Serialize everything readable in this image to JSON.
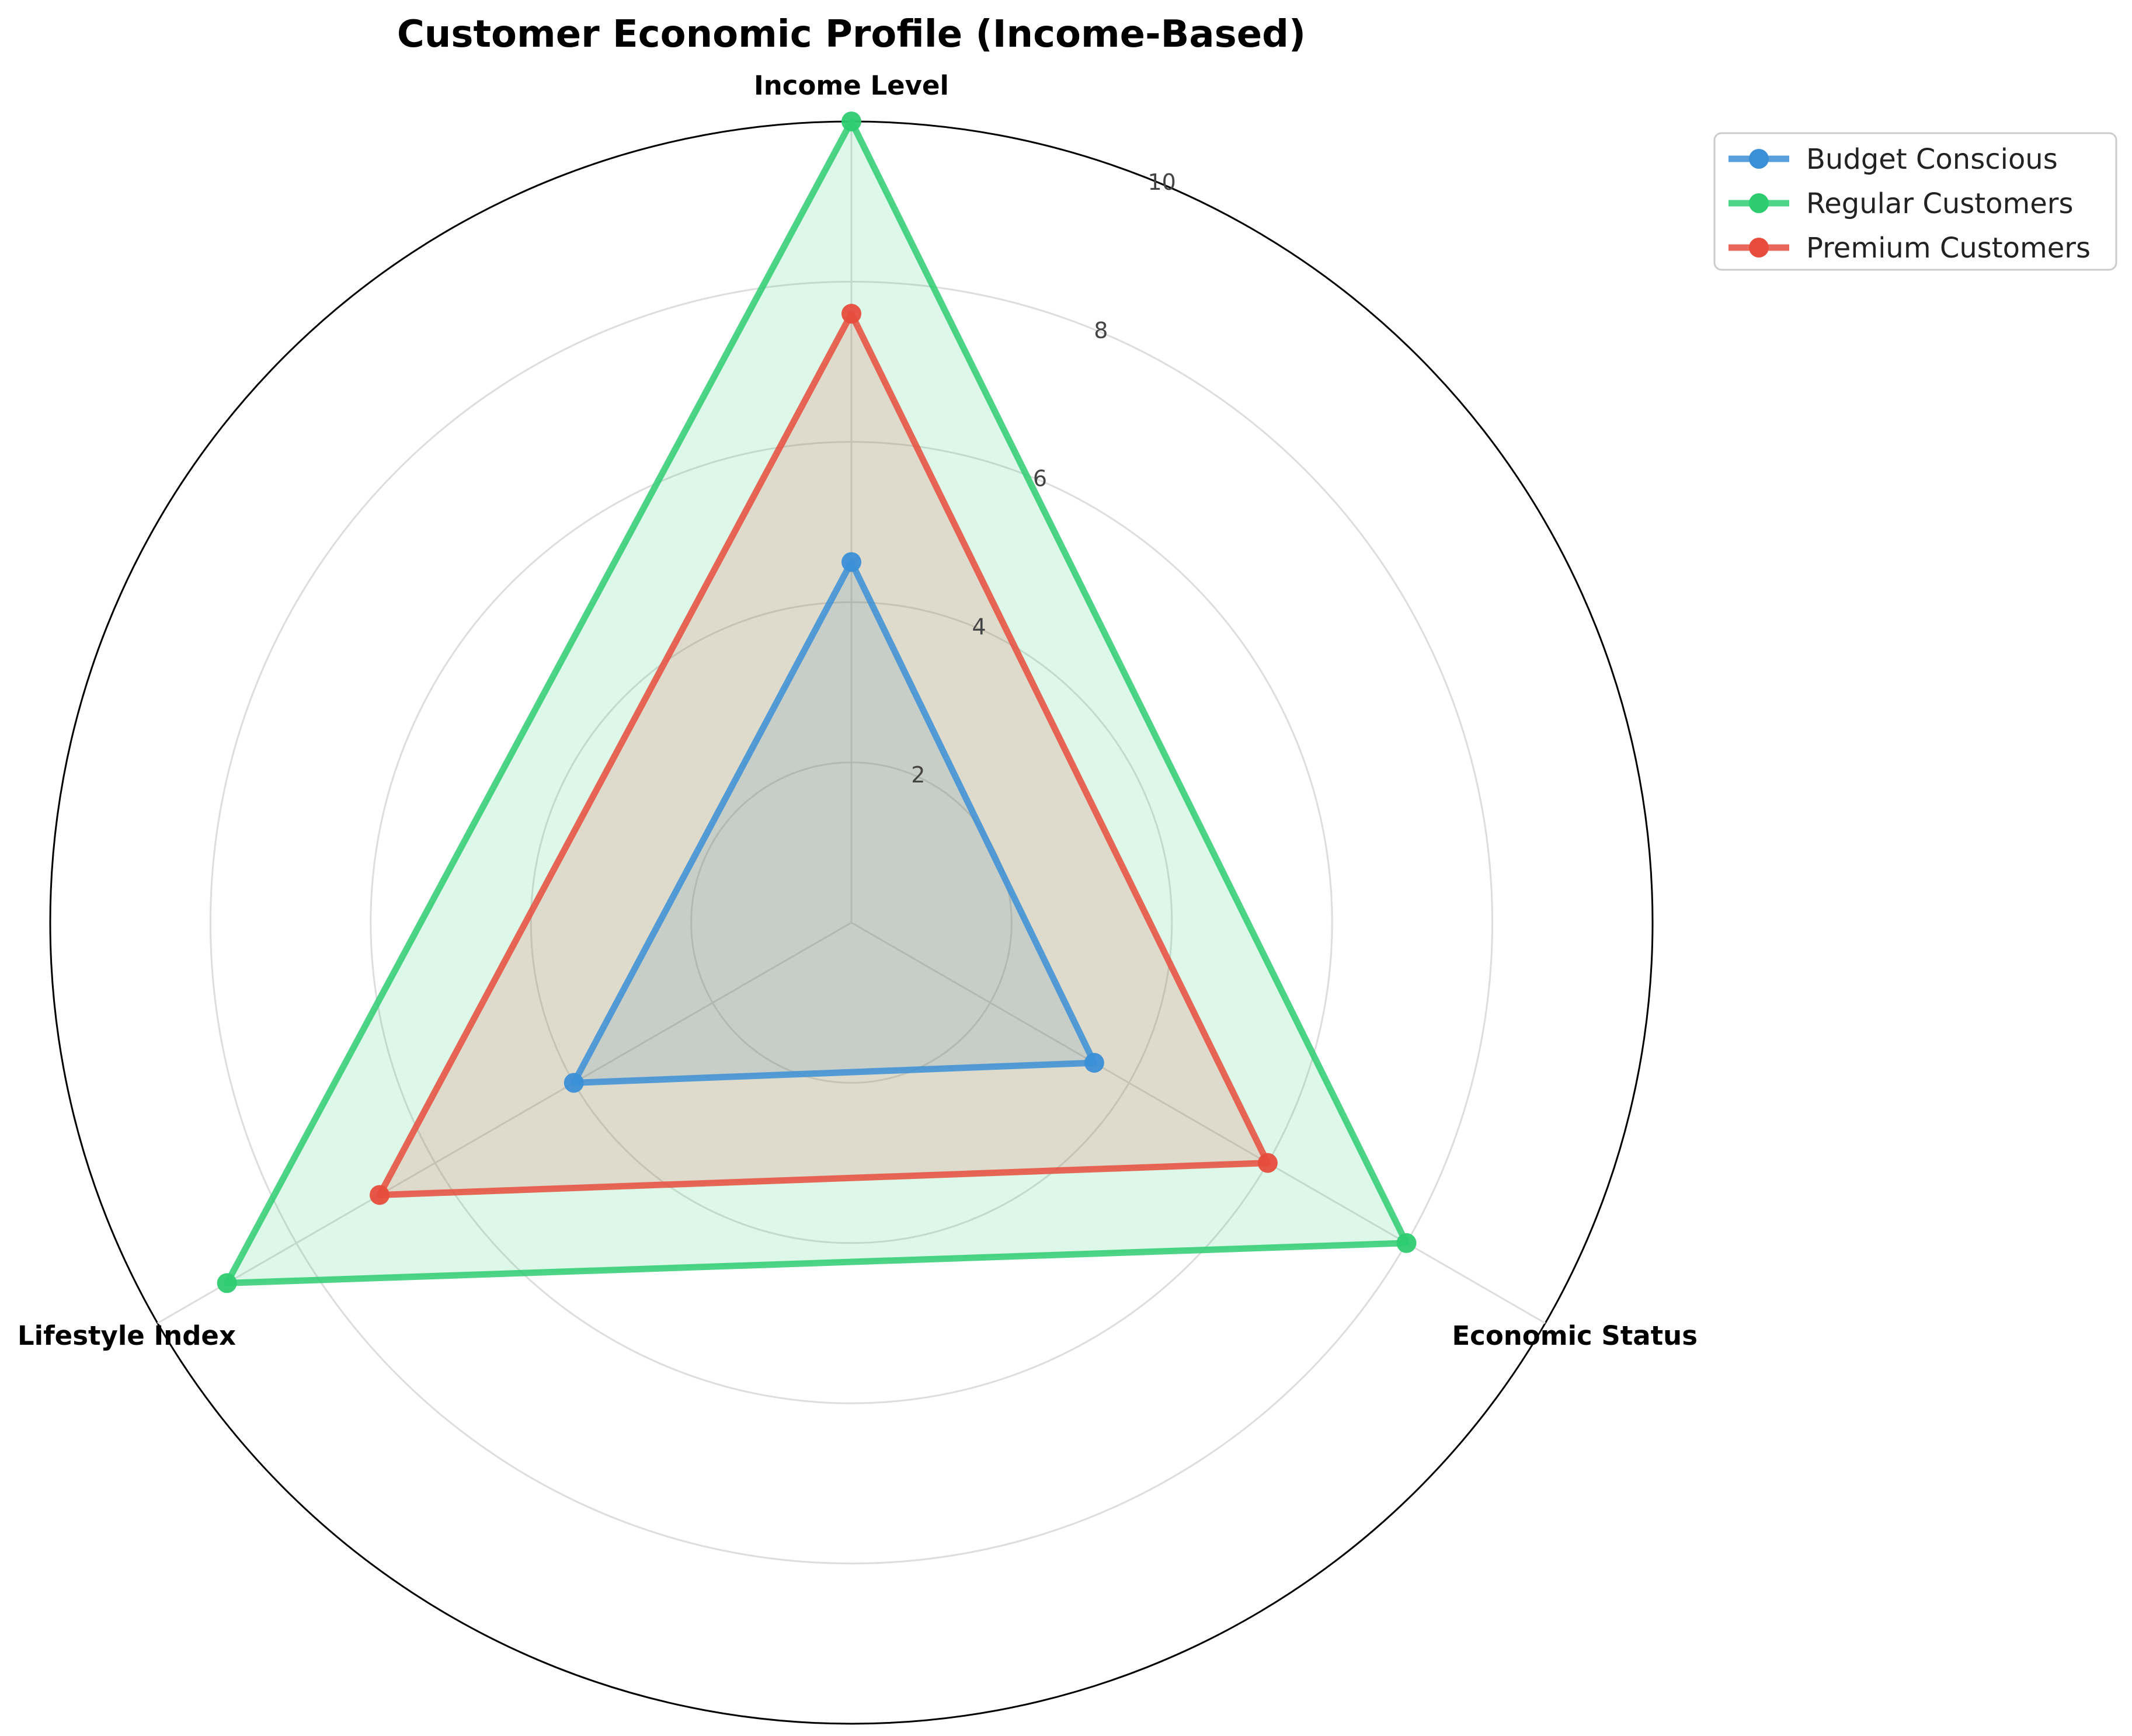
{
  "chart_data": {
    "type": "radar",
    "title": "Customer Economic Profile (Income-Based)",
    "axes": [
      "Income Level",
      "Economic Status",
      "Lifestyle Index"
    ],
    "rlim": [
      0,
      10
    ],
    "rticks": [
      "2",
      "4",
      "6",
      "8",
      "10"
    ],
    "rtick_values": [
      2,
      4,
      6,
      8,
      10
    ],
    "grid": true,
    "legend_position": "top-right, outside plot",
    "series": [
      {
        "name": "Budget Conscious",
        "color": "#3b8fd6",
        "values": [
          4.5,
          3.5,
          4.0
        ]
      },
      {
        "name": "Regular Customers",
        "color": "#2ecc71",
        "values": [
          10.0,
          8.0,
          9.0
        ]
      },
      {
        "name": "Premium Customers",
        "color": "#e74c3c",
        "values": [
          7.6,
          6.0,
          6.8
        ]
      }
    ]
  }
}
